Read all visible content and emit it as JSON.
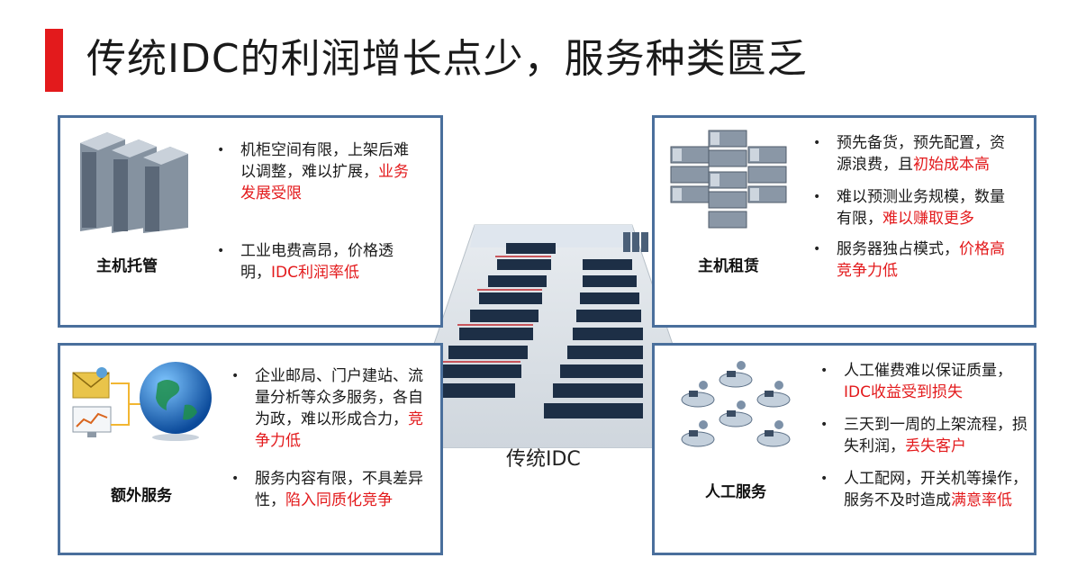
{
  "title": "传统IDC的利润增长点少，服务种类匮乏",
  "center_caption": "传统IDC",
  "panels": {
    "hosting": {
      "caption": "主机托管",
      "bullets": [
        {
          "text": "机柜空间有限，上架后难以调整，难以扩展，",
          "highlight": "业务发展受限"
        },
        {
          "text": "工业电费高昂，价格透明，",
          "highlight": "IDC利润率低"
        }
      ]
    },
    "rental": {
      "caption": "主机租赁",
      "bullets": [
        {
          "text": "预先备货，预先配置，资源浪费，且",
          "highlight": "初始成本高"
        },
        {
          "text": "难以预测业务规模，数量有限，",
          "highlight": "难以赚取更多"
        },
        {
          "text": "服务器独占模式，",
          "highlight": "价格高竞争力低"
        }
      ]
    },
    "extra": {
      "caption": "额外服务",
      "bullets": [
        {
          "text": "企业邮局、门户建站、流量分析等众多服务，各自为政，难以形成合力，",
          "highlight": "竞争力低"
        },
        {
          "text": "服务内容有限，不具差异性，",
          "highlight": "陷入同质化竞争"
        }
      ]
    },
    "manual": {
      "caption": "人工服务",
      "bullets": [
        {
          "text": "人工催费难以保证质量，",
          "highlight": "IDC收益受到损失"
        },
        {
          "text": "三天到一周的上架流程，损失利润，",
          "highlight": "丢失客户"
        },
        {
          "text": "人工配网，开关机等操作，服务不及时造成",
          "highlight": "满意率低"
        }
      ]
    }
  },
  "colors": {
    "accent": "#e31a1c",
    "border": "#4a6f9c"
  }
}
